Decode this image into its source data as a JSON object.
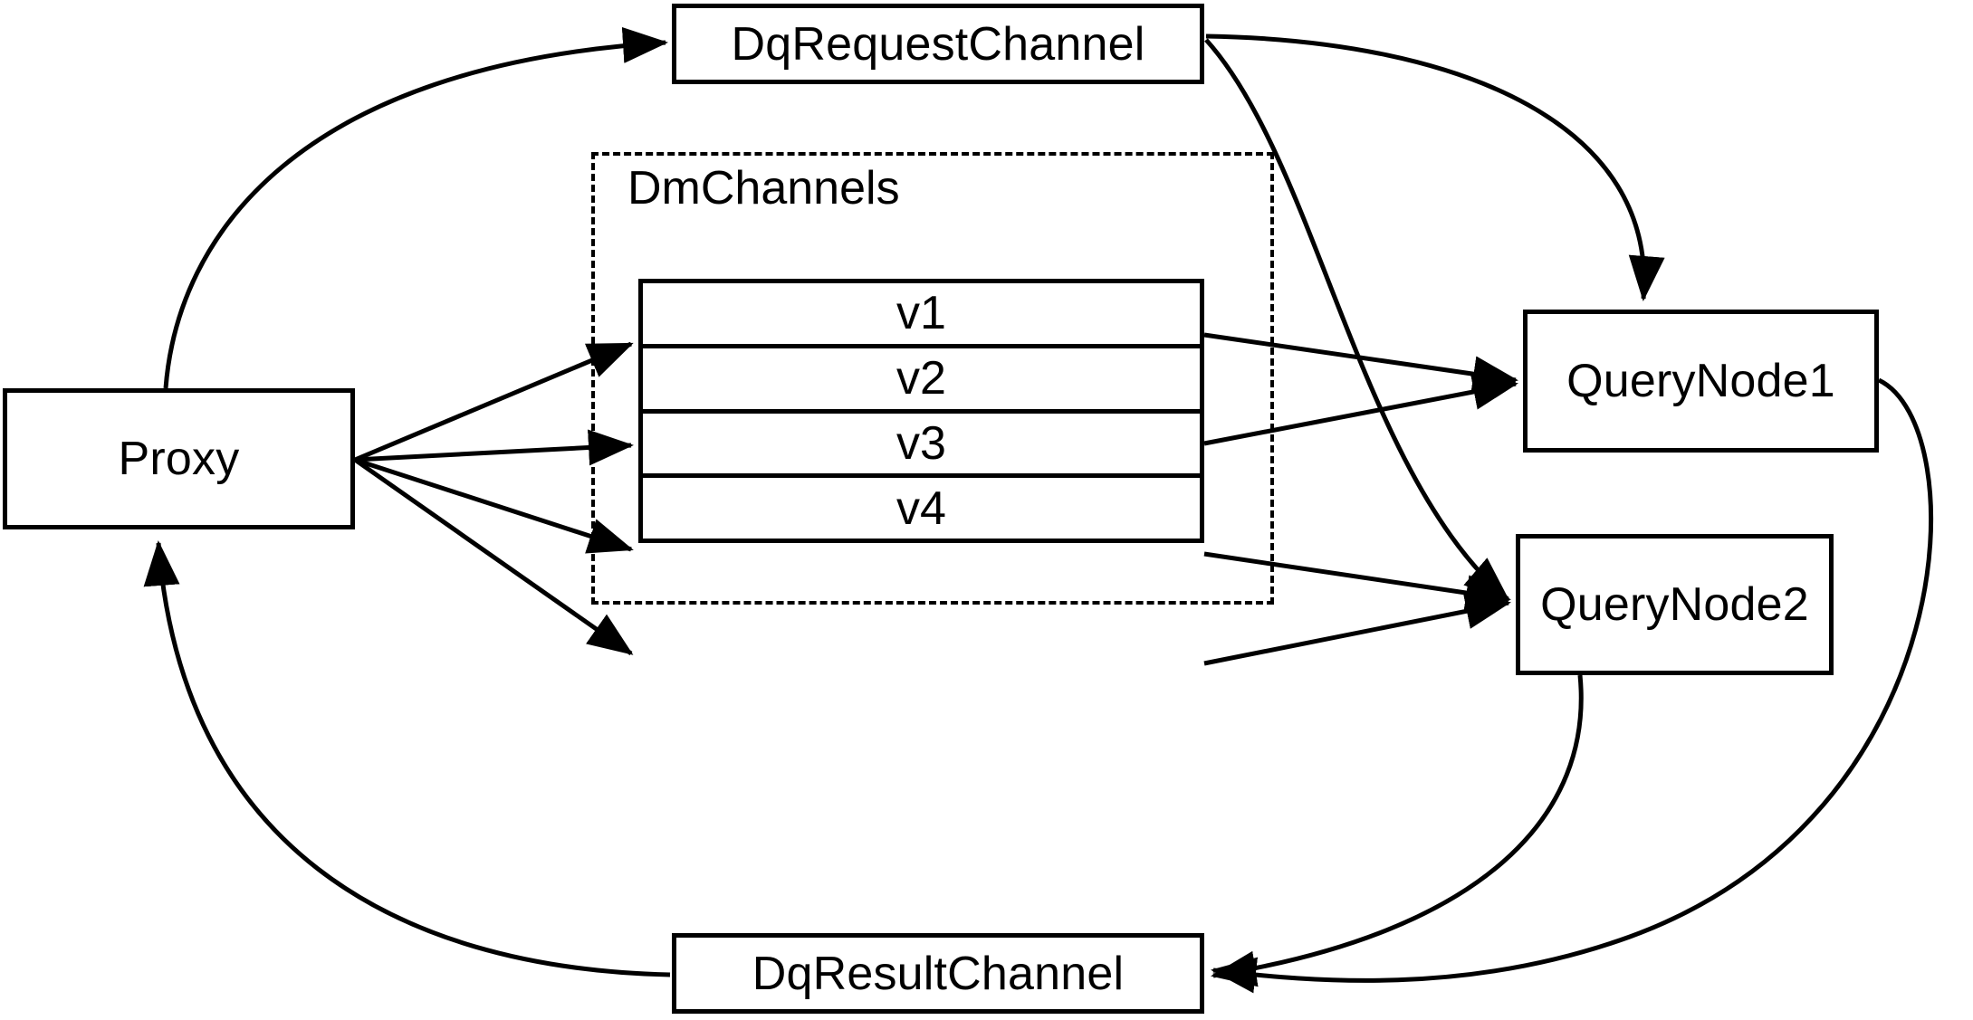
{
  "diagram": {
    "title": "Milvus distributed query message-channel flow",
    "background_color": "#ffffff",
    "stroke_color": "#000000",
    "nodes": {
      "proxy": {
        "label": "Proxy"
      },
      "dq_request_channel": {
        "label": "DqRequestChannel"
      },
      "dq_result_channel": {
        "label": "DqResultChannel"
      },
      "query_node_1": {
        "label": "QueryNode1"
      },
      "query_node_2": {
        "label": "QueryNode2"
      }
    },
    "group": {
      "label": "DmChannels",
      "style": "dashed",
      "channels": [
        {
          "label": "v1"
        },
        {
          "label": "v2"
        },
        {
          "label": "v3"
        },
        {
          "label": "v4"
        }
      ]
    },
    "edges": [
      {
        "from": "Proxy",
        "to": "DqRequestChannel",
        "style": "curved",
        "arrow": "end"
      },
      {
        "from": "Proxy",
        "to": "v1",
        "style": "straight",
        "arrow": "end"
      },
      {
        "from": "Proxy",
        "to": "v2",
        "style": "straight",
        "arrow": "end"
      },
      {
        "from": "Proxy",
        "to": "v3",
        "style": "straight",
        "arrow": "end"
      },
      {
        "from": "Proxy",
        "to": "v4",
        "style": "straight",
        "arrow": "end"
      },
      {
        "from": "DqRequestChannel",
        "to": "QueryNode1",
        "style": "curved",
        "arrow": "end"
      },
      {
        "from": "DqRequestChannel",
        "to": "QueryNode2",
        "style": "curved",
        "arrow": "end"
      },
      {
        "from": "v1",
        "to": "QueryNode1",
        "style": "straight",
        "arrow": "end"
      },
      {
        "from": "v2",
        "to": "QueryNode1",
        "style": "straight",
        "arrow": "end"
      },
      {
        "from": "v3",
        "to": "QueryNode2",
        "style": "straight",
        "arrow": "end"
      },
      {
        "from": "v4",
        "to": "QueryNode2",
        "style": "straight",
        "arrow": "end"
      },
      {
        "from": "QueryNode1",
        "to": "DqResultChannel",
        "style": "curved",
        "arrow": "end"
      },
      {
        "from": "QueryNode2",
        "to": "DqResultChannel",
        "style": "curved",
        "arrow": "end"
      },
      {
        "from": "DqResultChannel",
        "to": "Proxy",
        "style": "curved",
        "arrow": "end"
      }
    ]
  }
}
